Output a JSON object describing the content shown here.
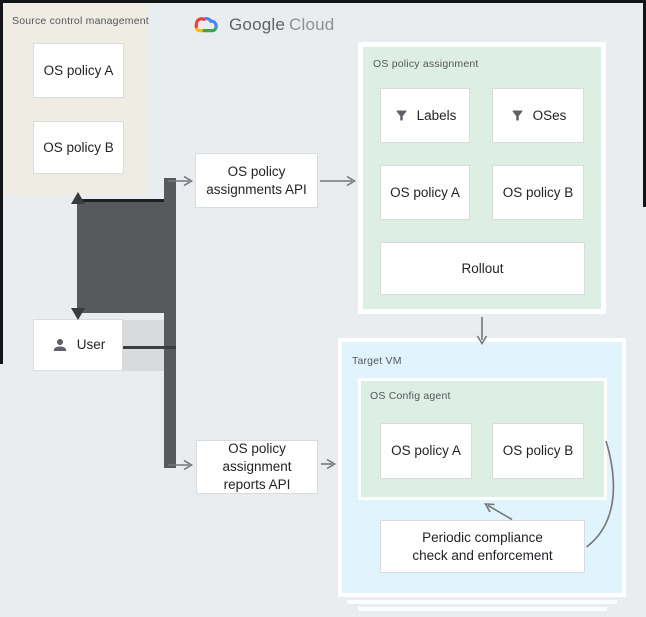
{
  "logo": {
    "brand": "Google",
    "product": "Cloud",
    "icon": "google-cloud-icon",
    "colors": {
      "blue": "#4285F4",
      "red": "#EA4335",
      "yellow": "#FBBC05",
      "green": "#34A853"
    }
  },
  "source_control": {
    "title": "Source control management",
    "policy_a": "OS policy A",
    "policy_b": "OS policy B"
  },
  "user": {
    "label": "User",
    "icon": "person-icon"
  },
  "apis": {
    "assignments": {
      "line1": "OS policy",
      "line2": "assignments API"
    },
    "reports": {
      "line1": "OS policy",
      "line2": "assignment",
      "line3": "reports API"
    }
  },
  "assignment_panel": {
    "title": "OS policy assignment",
    "labels": "Labels",
    "labels_icon": "filter-icon",
    "oses": "OSes",
    "oses_icon": "filter-icon",
    "policy_a": "OS policy A",
    "policy_b": "OS policy B",
    "rollout": "Rollout"
  },
  "target_vm": {
    "title": "Target VM",
    "agent": {
      "title": "OS Config agent",
      "policy_a": "OS policy A",
      "policy_b": "OS policy B"
    },
    "periodic": {
      "line1": "Periodic compliance",
      "line2": "check and enforcement"
    }
  },
  "colors": {
    "canvas_bg": "#e9edf0",
    "source_panel_bg": "#efece3",
    "policy_panel_bg": "#ddeee4",
    "vm_panel_bg": "#e1f3fc",
    "box_bg": "#ffffff",
    "box_border": "#d9dcdf",
    "connector_dark": "#58595b",
    "arrow_gray": "#73777b",
    "icon_gray": "#5f6368",
    "title_gray": "#53575c"
  }
}
